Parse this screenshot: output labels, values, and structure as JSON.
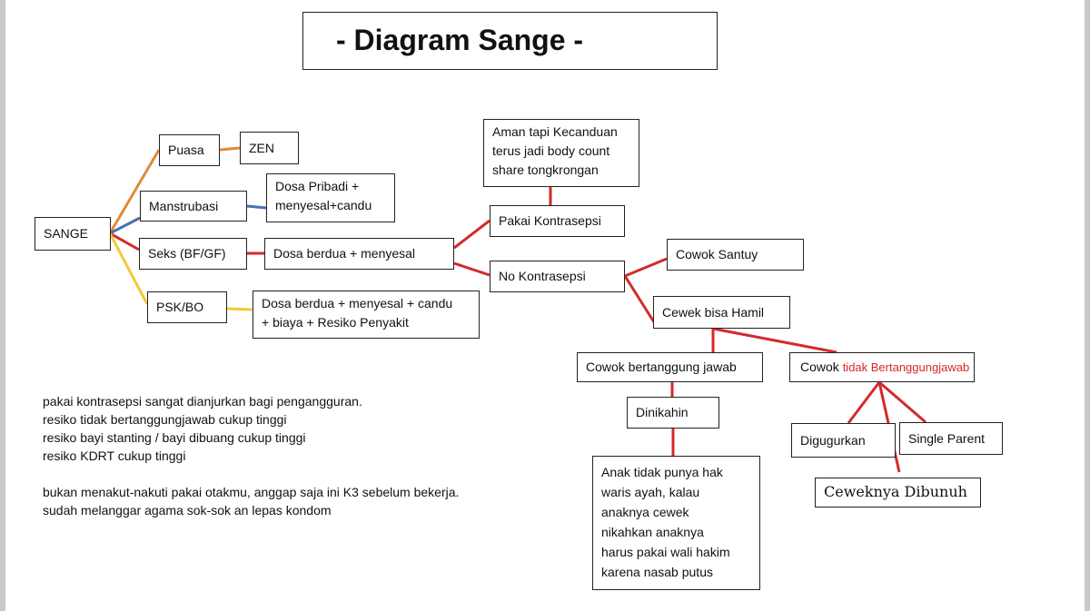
{
  "title": "- Diagram Sange -",
  "nodes": {
    "sange": "SANGE",
    "puasa": "Puasa",
    "zen": "ZEN",
    "manstrubasi": "Manstrubasi",
    "dosa_pribadi": [
      "Dosa Pribadi +",
      "menyesal+candu"
    ],
    "seks": "Seks (BF/GF)",
    "dosa_berdua": "Dosa berdua + menyesal",
    "psk": "PSK/BO",
    "dosa_psk": [
      "Dosa berdua + menyesal + candu",
      "+ biaya + Resiko Penyakit"
    ],
    "aman": [
      "Aman tapi Kecanduan",
      "terus  jadi body count",
      "share tongkrongan"
    ],
    "pakai": "Pakai Kontrasepsi",
    "no_kontra": "No Kontrasepsi",
    "santuy": "Cowok Santuy",
    "hamil": "Cewek bisa Hamil",
    "bertanggung": "Cowok bertanggung jawab",
    "tidak_prefix": "Cowok",
    "tidak_red": "tidak Bertanggungjawab",
    "dinikahin": "Dinikahin",
    "anak": [
      "Anak tidak punya hak",
      "waris ayah, kalau",
      "anaknya cewek",
      "nikahkan anaknya",
      "harus pakai wali hakim",
      "karena nasab putus"
    ],
    "digugurkan": "Digugurkan",
    "single": "Single Parent",
    "dibunuh": "Ceweknya Dibunuh"
  },
  "notes": [
    "pakai kontrasepsi sangat dianjurkan bagi pengangguran.",
    "resiko tidak bertanggungjawab cukup tinggi",
    "resiko bayi stanting / bayi dibuang  cukup tinggi",
    "resiko KDRT cukup tinggi",
    "",
    "bukan menakut-nakuti pakai otakmu, anggap saja ini K3 sebelum bekerja.",
    "sudah melanggar agama sok-sok an lepas kondom"
  ],
  "colors": {
    "orange": "#e08a3c",
    "blue": "#4a6fb5",
    "red": "#d42a2a",
    "yellow": "#f2c83a",
    "border": "#222222"
  }
}
